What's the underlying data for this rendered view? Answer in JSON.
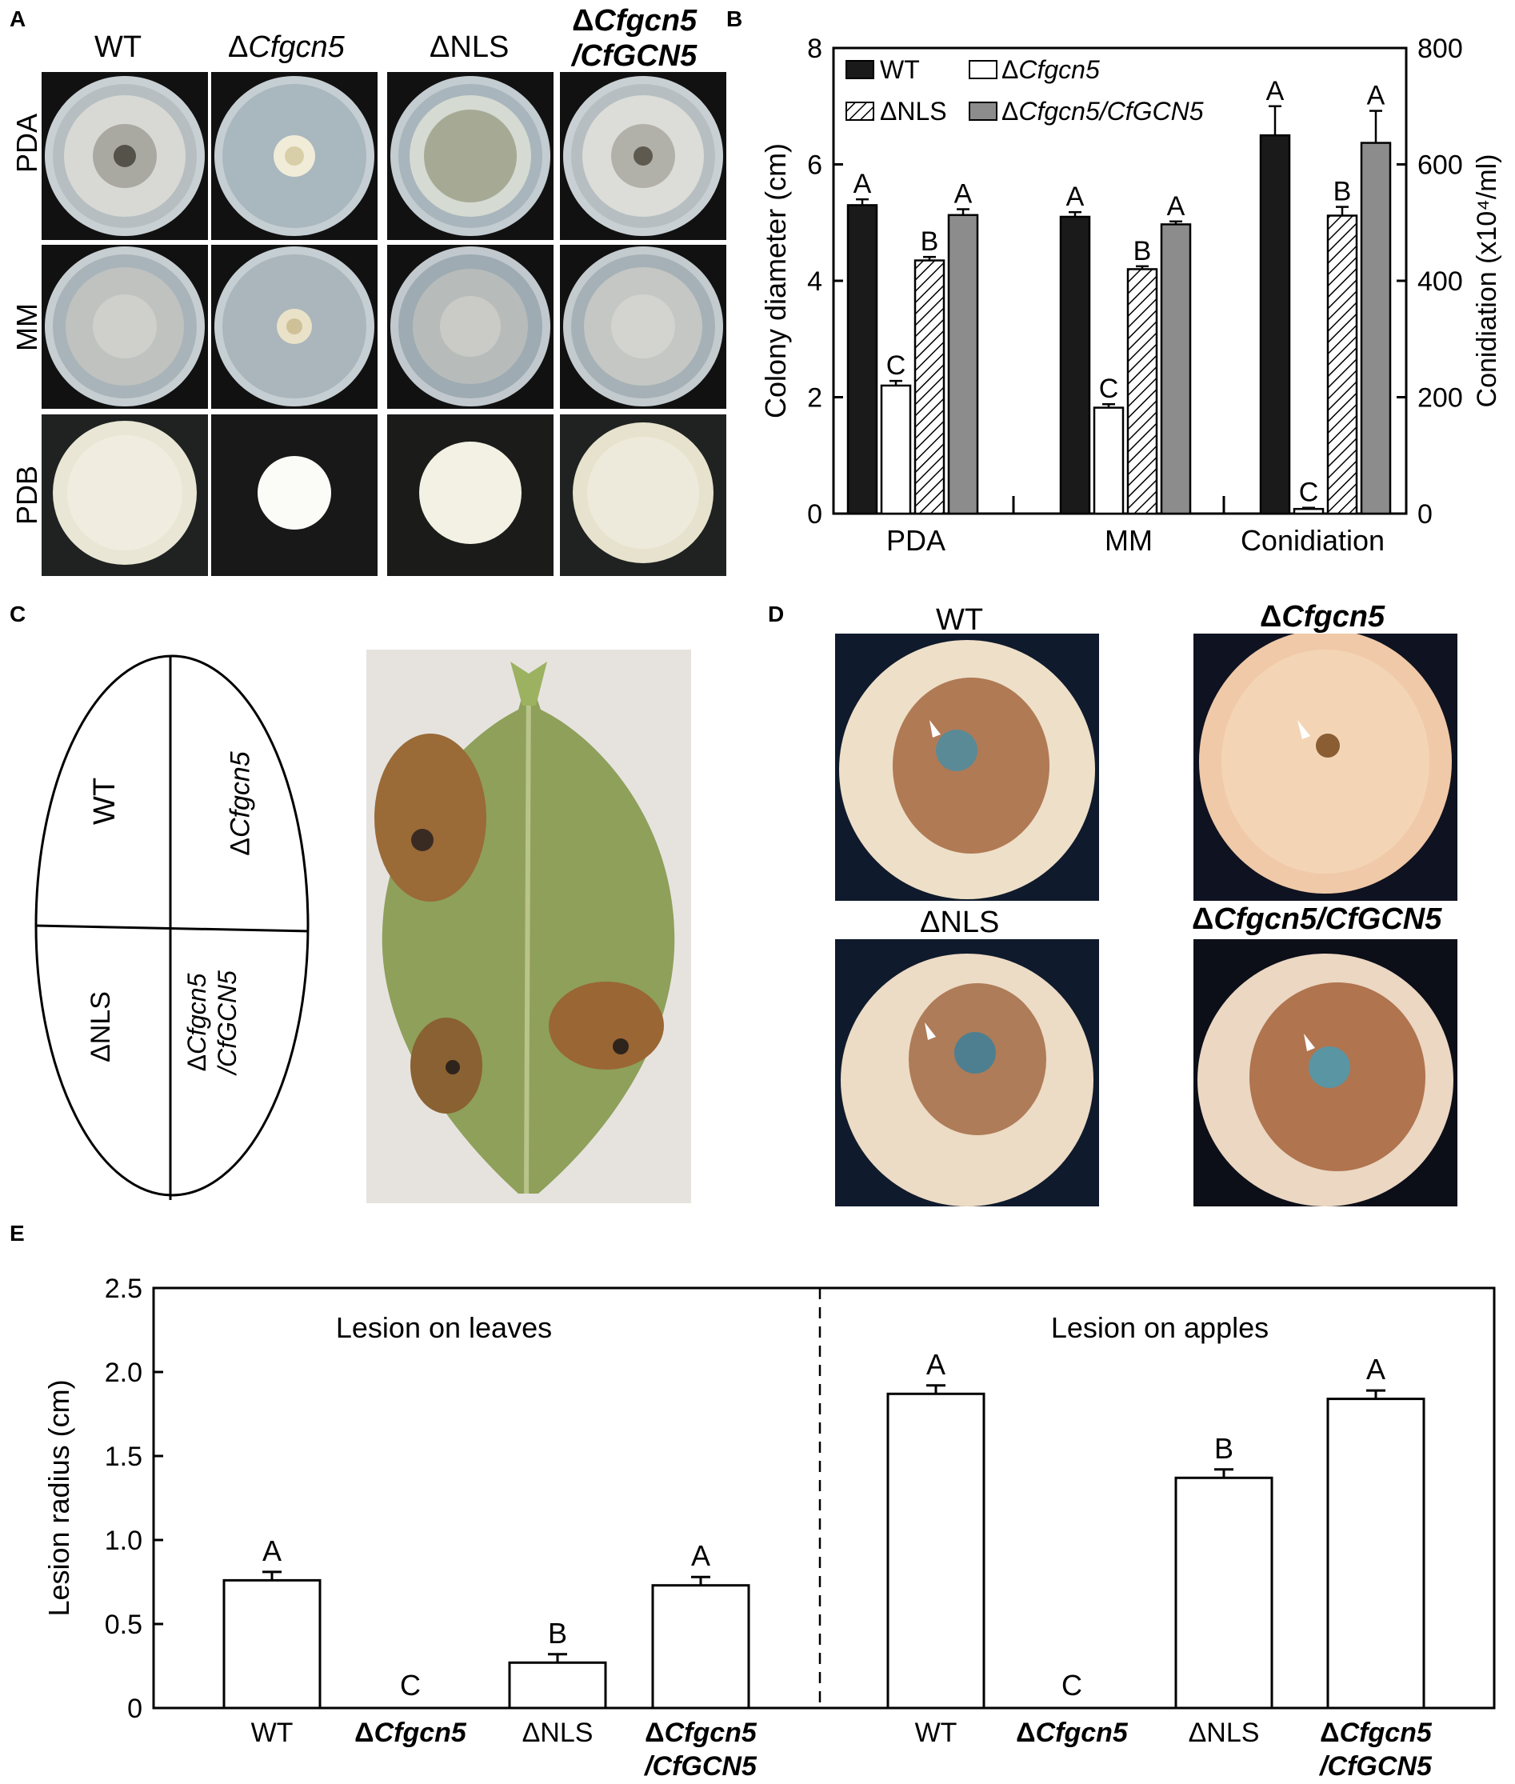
{
  "panels": {
    "a": "A",
    "b": "B",
    "c": "C",
    "d": "D",
    "e": "E"
  },
  "panel_a": {
    "columns": [
      {
        "prefix": "",
        "italic": "",
        "plain": "WT"
      },
      {
        "prefix": "Δ",
        "italic": "Cfgcn5",
        "plain": ""
      },
      {
        "prefix": "ΔNLS",
        "italic": "",
        "plain": ""
      },
      {
        "prefix": "Δ",
        "italic": "Cfgcn5",
        "line2": "/CfGCN5"
      }
    ],
    "rows": [
      "PDA",
      "MM",
      "PDB"
    ]
  },
  "panel_c": {
    "cells": {
      "wt": "WT",
      "mut_delta": "Δ",
      "mut": "Cfgcn5",
      "nls": "ΔNLS",
      "comp_delta": "Δ",
      "comp1": "Cfgcn5",
      "comp2": "/CfGCN5"
    }
  },
  "panel_d": {
    "labels": {
      "wt": "WT",
      "mut_delta": "Δ",
      "mut": "Cfgcn5",
      "nls": "ΔNLS",
      "comp_delta": "Δ",
      "comp": "Cfgcn5/CfGCN5"
    }
  },
  "chart_data": [
    {
      "type": "bar",
      "panel": "B",
      "ylabel": "Colony diameter (cm)",
      "ylabel2": "Conidiation (x10⁴/ml)",
      "ylim": [
        0,
        8
      ],
      "y2lim": [
        0,
        800
      ],
      "yticks": [
        "0",
        "2",
        "4",
        "6",
        "8"
      ],
      "y2ticks": [
        "0",
        "200",
        "400",
        "600",
        "800"
      ],
      "categories": [
        "PDA",
        "MM",
        "Conidiation"
      ],
      "legend": {
        "wt": "WT",
        "mut_delta": "Δ",
        "mut": "Cfgcn5",
        "nls": "ΔNLS",
        "comp_delta": "Δ",
        "comp": "Cfgcn5/CfGCN5"
      },
      "series": [
        {
          "name": "WT",
          "fill": "#1a1a1a",
          "values": [
            5.3,
            5.1,
            650
          ],
          "errors": [
            0.1,
            0.08,
            50
          ],
          "letters": [
            "A",
            "A",
            "A"
          ]
        },
        {
          "name": "ΔCfgcn5",
          "fill": "#ffffff",
          "values": [
            2.2,
            1.82,
            8
          ],
          "errors": [
            0.08,
            0.06,
            2
          ],
          "letters": [
            "C",
            "C",
            "C"
          ]
        },
        {
          "name": "ΔNLS",
          "fill": "hatch",
          "values": [
            4.35,
            4.2,
            512
          ],
          "errors": [
            0.06,
            0.05,
            15
          ],
          "letters": [
            "B",
            "B",
            "B"
          ]
        },
        {
          "name": "ΔCfgcn5/CfGCN5",
          "fill": "#8c8c8c",
          "values": [
            5.13,
            4.97,
            637
          ],
          "errors": [
            0.1,
            0.05,
            55
          ],
          "letters": [
            "A",
            "A",
            "A"
          ]
        }
      ]
    },
    {
      "type": "bar",
      "panel": "E",
      "ylabel": "Lesion radius (cm)",
      "ylim": [
        0,
        2.5
      ],
      "yticks": [
        "0",
        "0.5",
        "1.0",
        "1.5",
        "2.0",
        "2.5"
      ],
      "groups": [
        "Lesion on leaves",
        "Lesion on apples"
      ],
      "categories": [
        {
          "delta": "",
          "italic": "",
          "plain": "WT"
        },
        {
          "delta": "Δ",
          "italic": "Cfgcn5",
          "plain": ""
        },
        {
          "delta": "",
          "italic": "",
          "plain": "ΔNLS"
        },
        {
          "delta": "Δ",
          "italic": "Cfgcn5",
          "line2": "/CfGCN5"
        }
      ],
      "values": [
        0.76,
        0.0,
        0.27,
        0.73,
        1.87,
        0.0,
        1.37,
        1.84
      ],
      "errors": [
        0.05,
        0.0,
        0.05,
        0.05,
        0.05,
        0.0,
        0.05,
        0.05
      ],
      "letters": [
        "A",
        "C",
        "B",
        "A",
        "A",
        "C",
        "B",
        "A"
      ]
    }
  ]
}
